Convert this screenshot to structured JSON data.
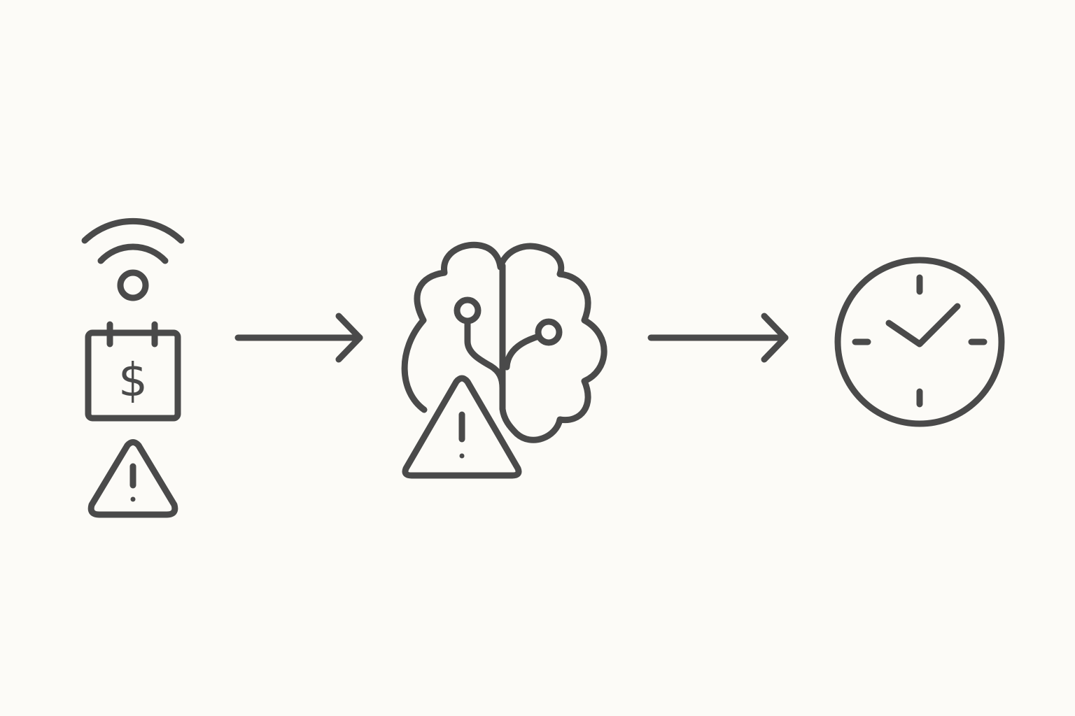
{
  "diagram": {
    "type": "icon-flow",
    "background_color": "#fcfbf7",
    "stroke_color": "#4a4a4a",
    "nodes": [
      {
        "id": "inputs",
        "icons": [
          "wifi-icon",
          "calendar-dollar-icon",
          "warning-triangle-icon"
        ],
        "calendar_symbol": "$"
      },
      {
        "id": "processing",
        "icons": [
          "brain-circuit-icon",
          "warning-triangle-icon"
        ]
      },
      {
        "id": "outcome",
        "icons": [
          "clock-icon"
        ]
      }
    ],
    "connectors": [
      {
        "from": "inputs",
        "to": "processing",
        "icon": "arrow-right-icon"
      },
      {
        "from": "processing",
        "to": "outcome",
        "icon": "arrow-right-icon"
      }
    ]
  }
}
